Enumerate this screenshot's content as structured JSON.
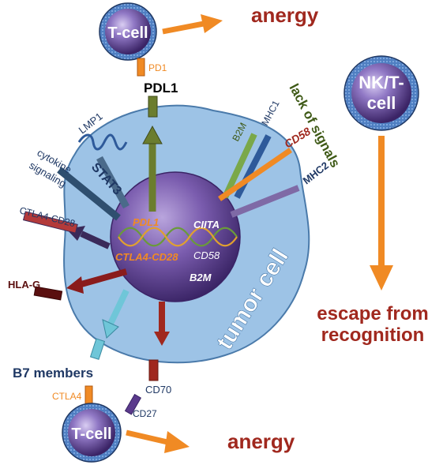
{
  "cells": {
    "tcell_top": "T-cell",
    "nkt_line1": "NK/T-",
    "nkt_line2": "cell",
    "tcell_bottom": "T-cell",
    "tumor": "tumor cell"
  },
  "outcomes": {
    "anergy_top": "anergy",
    "anergy_bottom": "anergy",
    "escape_line1": "escape from",
    "escape_line2": "recognition"
  },
  "receptors": {
    "pd1": "PD1",
    "ctla4": "CTLA4",
    "cd27": "CD27"
  },
  "surface_labels": {
    "pdl1": "PDL1",
    "lmp1": "LMP1",
    "stat3": "STAT3",
    "cytokine_line1": "cytokine",
    "cytokine_line2": "signaling",
    "ctla4_cd28": "CTLA4-CD28",
    "hla_g": "HLA-G",
    "b7_members": "B7 members",
    "cd70": "CD70",
    "b2m": "B2M",
    "mhc1": "MHC1",
    "cd58": "CD58",
    "mhc2": "MHC2",
    "lack_of_signals": "lack of signals"
  },
  "nucleus_labels": {
    "pdl1": "PDL1",
    "ciita": "CIITA",
    "ctla4_cd28": "CTLA4-CD28",
    "cd58": "CD58",
    "b2m": "B2M"
  },
  "colors": {
    "orange": "#f08a24",
    "dark_red": "#a0281e",
    "navy": "#1f3864",
    "dark_green": "#3f5a17",
    "purple": "#5b3a8c",
    "tumor_blue": "#9dc3e6"
  }
}
